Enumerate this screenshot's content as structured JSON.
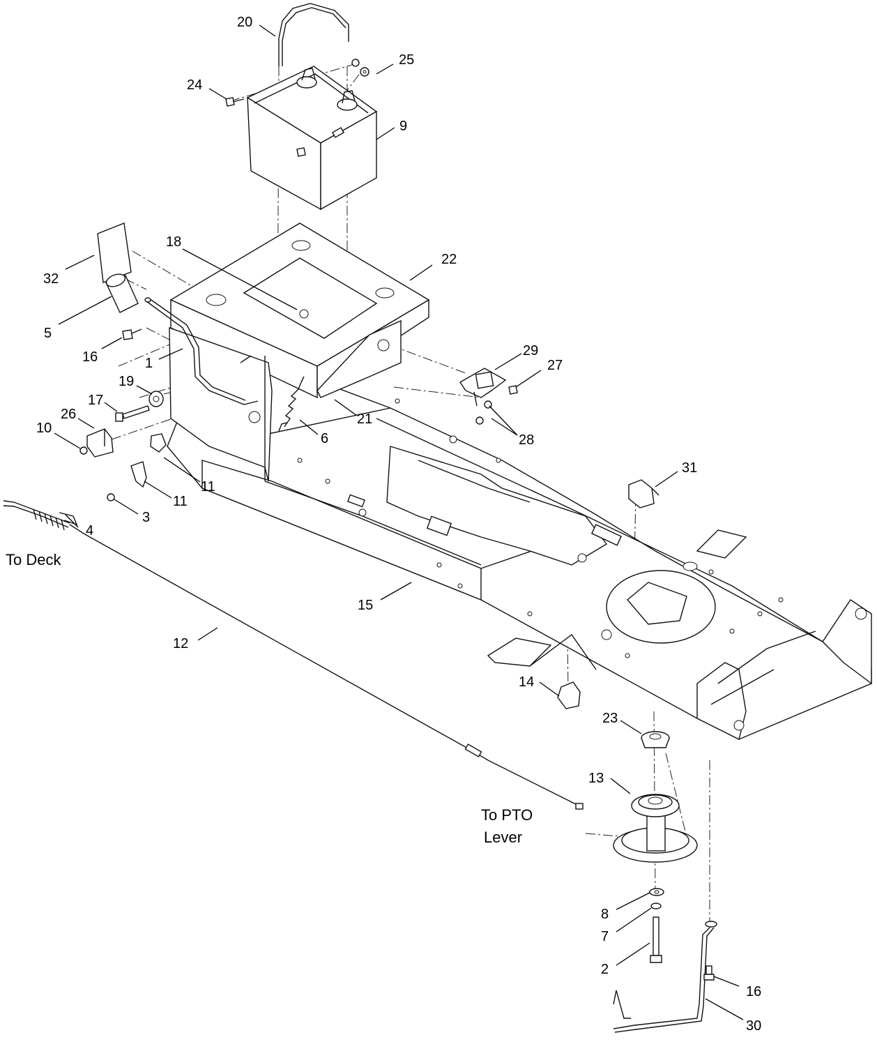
{
  "diagram": {
    "callouts": [
      {
        "id": "c20a",
        "text": "20"
      },
      {
        "id": "c25",
        "text": "25"
      },
      {
        "id": "c24",
        "text": "24"
      },
      {
        "id": "c9",
        "text": "9"
      },
      {
        "id": "c18",
        "text": "18"
      },
      {
        "id": "c22",
        "text": "22"
      },
      {
        "id": "c32",
        "text": "32"
      },
      {
        "id": "c5",
        "text": "5"
      },
      {
        "id": "c16a",
        "text": "16"
      },
      {
        "id": "c1",
        "text": "1"
      },
      {
        "id": "c29",
        "text": "29"
      },
      {
        "id": "c27",
        "text": "27"
      },
      {
        "id": "c19",
        "text": "19"
      },
      {
        "id": "c17",
        "text": "17"
      },
      {
        "id": "c21",
        "text": "21"
      },
      {
        "id": "c26",
        "text": "26"
      },
      {
        "id": "c10",
        "text": "10"
      },
      {
        "id": "c6",
        "text": "6"
      },
      {
        "id": "c28",
        "text": "28"
      },
      {
        "id": "c31",
        "text": "31"
      },
      {
        "id": "c11a",
        "text": "11"
      },
      {
        "id": "c11b",
        "text": "11"
      },
      {
        "id": "c3",
        "text": "3"
      },
      {
        "id": "c4",
        "text": "4"
      },
      {
        "id": "c15",
        "text": "15"
      },
      {
        "id": "c12",
        "text": "12"
      },
      {
        "id": "c14",
        "text": "14"
      },
      {
        "id": "c23",
        "text": "23"
      },
      {
        "id": "c13",
        "text": "13"
      },
      {
        "id": "c8",
        "text": "8"
      },
      {
        "id": "c7",
        "text": "7"
      },
      {
        "id": "c2",
        "text": "2"
      },
      {
        "id": "c16b",
        "text": "16"
      },
      {
        "id": "c30",
        "text": "30"
      }
    ],
    "notes": {
      "to_deck": "To Deck",
      "to_pto_line1": "To PTO",
      "to_pto_line2": "Lever"
    }
  }
}
